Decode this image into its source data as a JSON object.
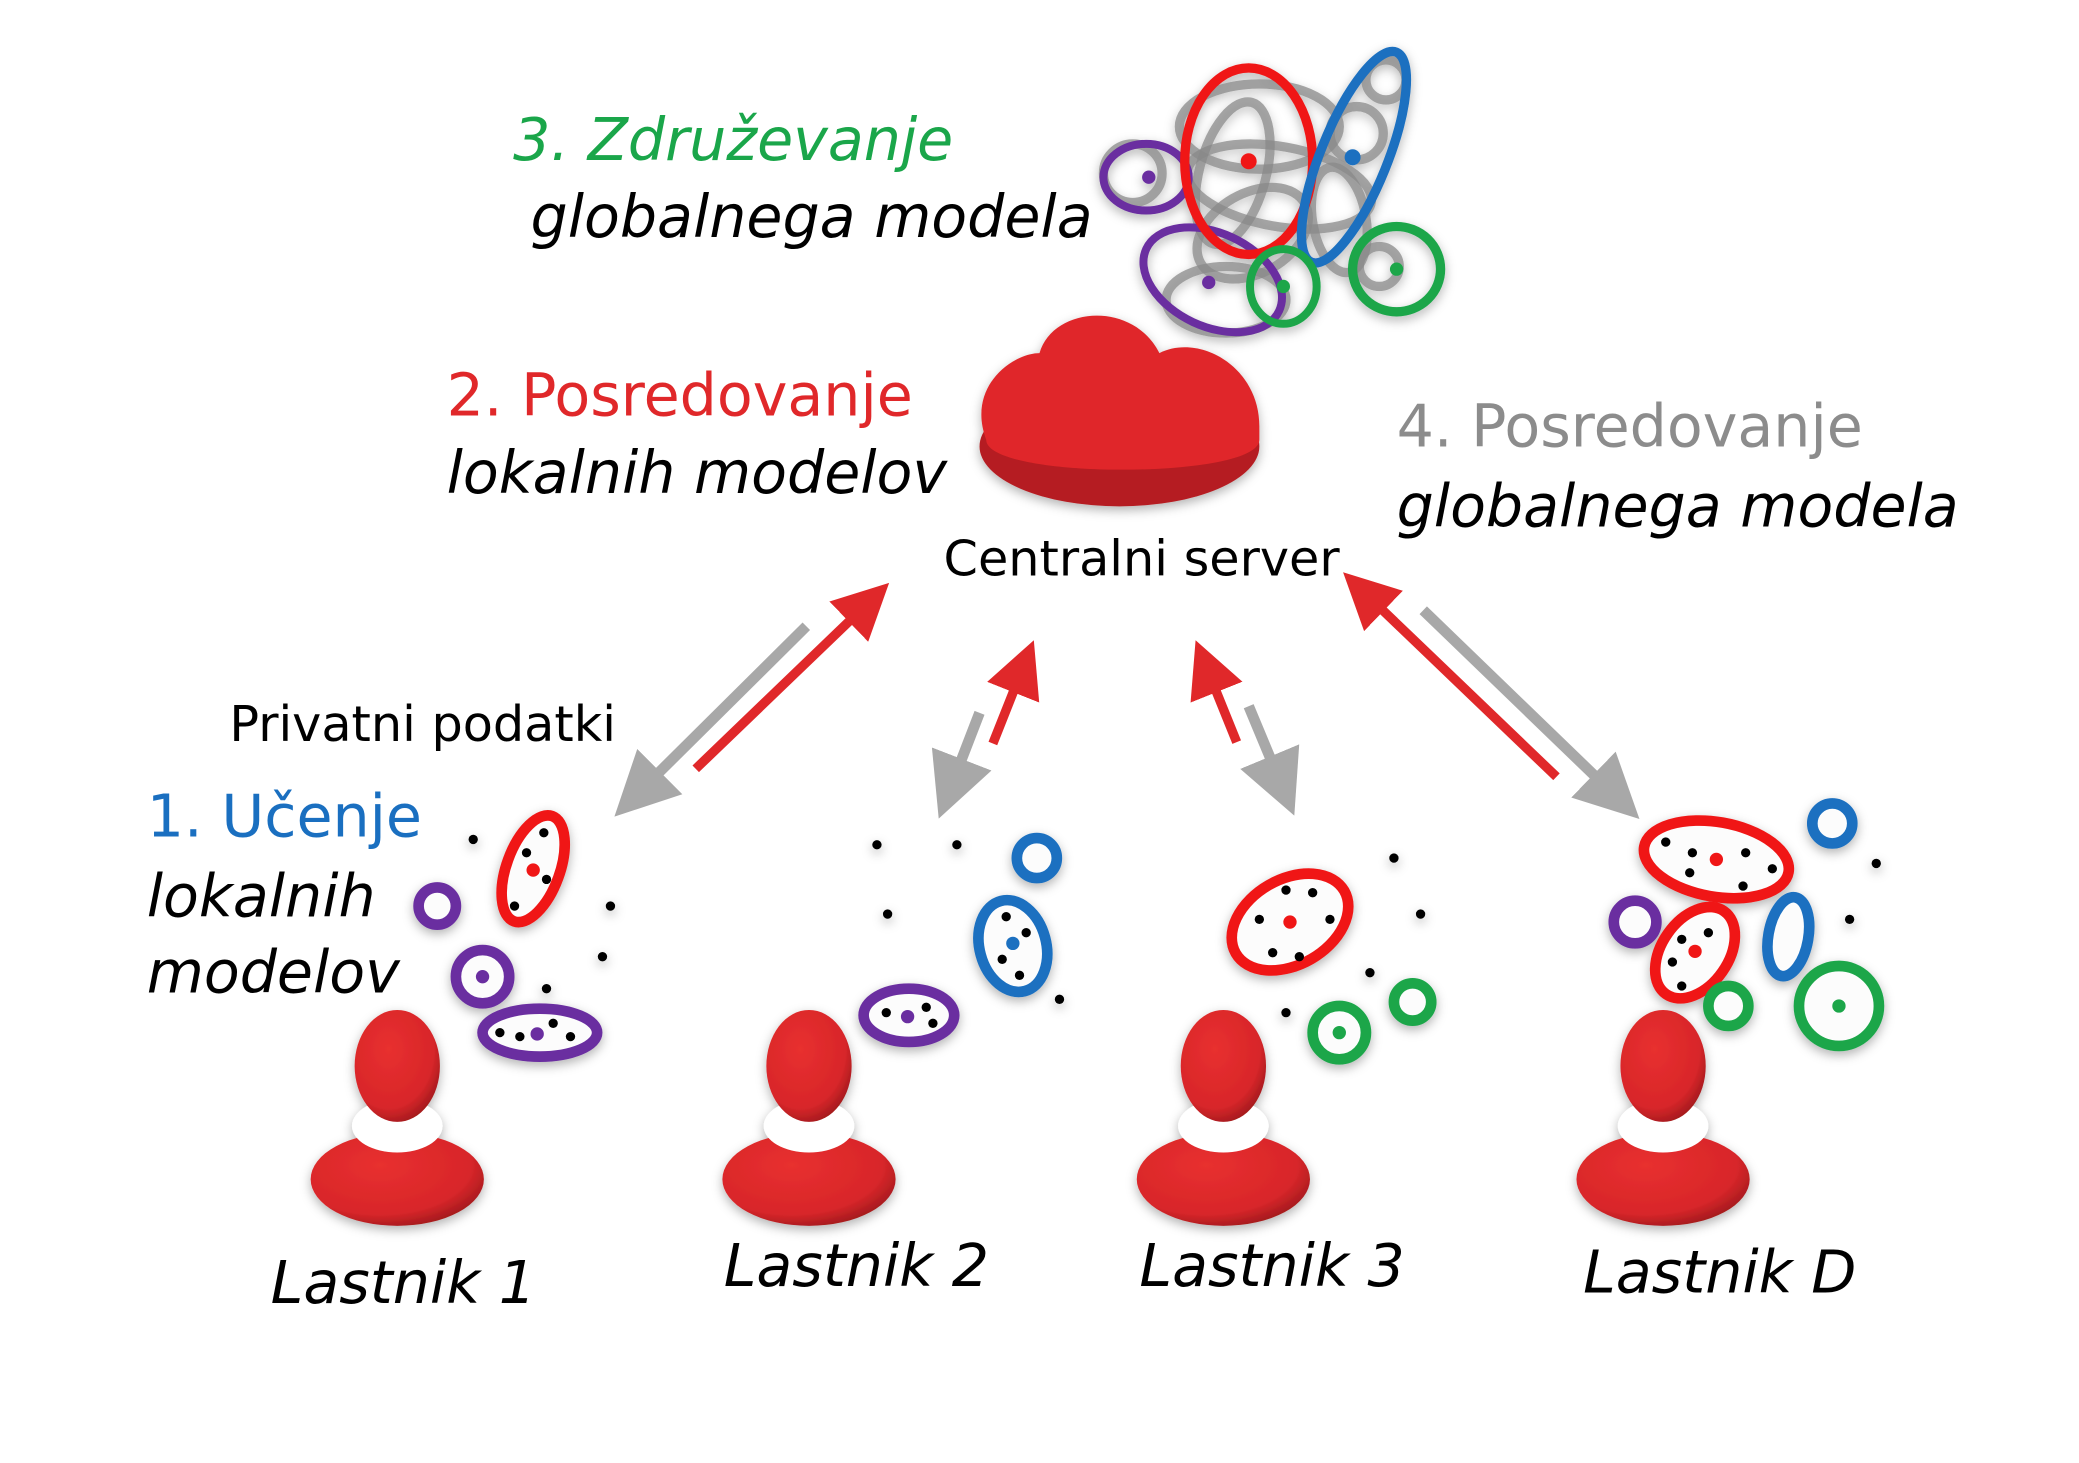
{
  "steps": {
    "aggregation": {
      "title": "3. Združevanje",
      "subtitle": "globalnega modela"
    },
    "upload": {
      "title": "2. Posredovanje",
      "subtitle": "lokalnih modelov"
    },
    "download": {
      "title": "4. Posredovanje",
      "subtitle": "globalnega modela"
    },
    "learning": {
      "title": "1. Učenje",
      "subtitle_line1": "lokalnih",
      "subtitle_line2": "modelov"
    }
  },
  "server": {
    "label": "Centralni server"
  },
  "private_data_label": "Privatni podatki",
  "owners": [
    "Lastnik 1",
    "Lastnik 2",
    "Lastnik 3",
    "Lastnik D"
  ],
  "colors": {
    "green": "#1aa64a",
    "red": "#e0282a",
    "gray": "#8c8c8c",
    "blue": "#1a6fc0",
    "purple": "#6a2fa0",
    "person": "#d8262a"
  }
}
